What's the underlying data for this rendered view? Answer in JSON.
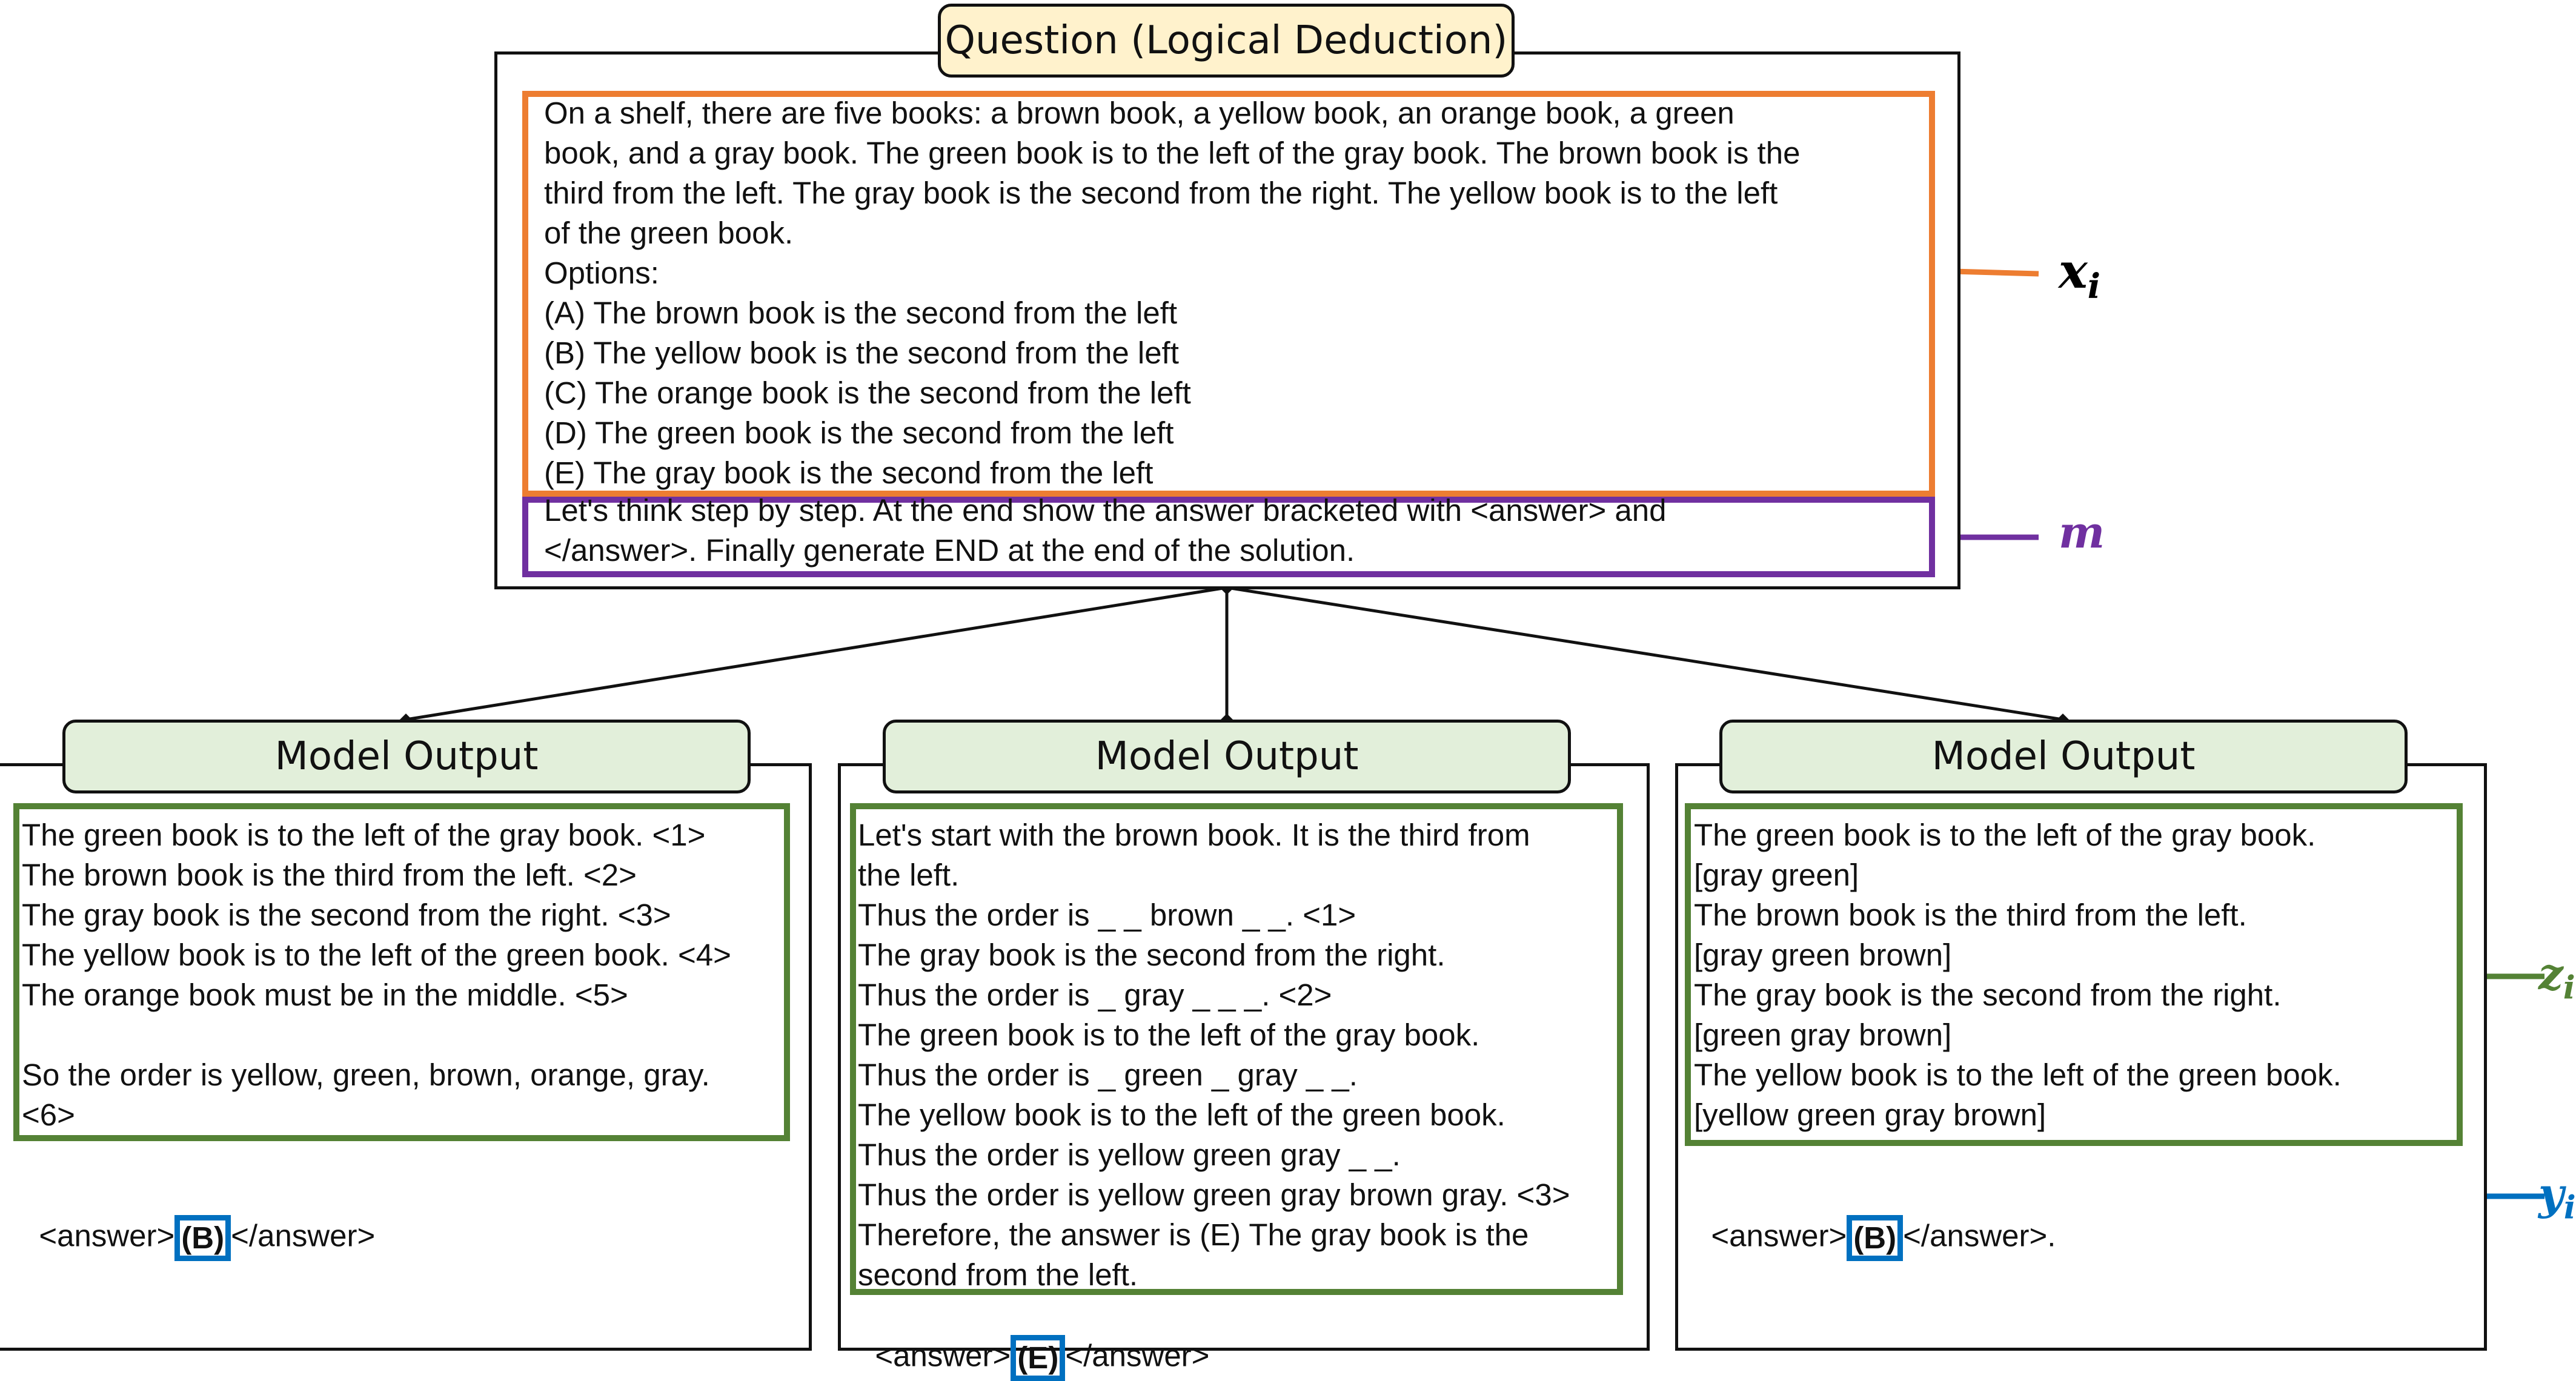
{
  "question": {
    "title": "Question (Logical Deduction)",
    "x_lines": [
      "On a shelf, there are five books: a brown book, a yellow book, an orange book, a green",
      "book, and a gray book. The green book is to the left of the gray book. The brown book is the",
      "third from the left. The gray book is the second from the right. The yellow book is to the left",
      "of the green book.",
      "Options:",
      "(A) The brown book is the second from the left",
      "(B) The yellow book is the second from the left",
      "(C) The orange book is the second from the left",
      "(D) The green book is the second from the left",
      "(E) The gray book is the second from the left"
    ],
    "m_lines": [
      "Let's think step by step. At the end show the answer bracketed with <answer> and",
      "</answer>. Finally generate END at the end of the solution."
    ]
  },
  "symbols": {
    "x": {
      "base": "x",
      "sub": "i",
      "color": "#000000"
    },
    "m": {
      "base": "m",
      "color": "#7030a0"
    },
    "z": {
      "base": "z",
      "sub": "i",
      "color": "#548235"
    },
    "y": {
      "base": "y",
      "sub": "i",
      "color": "#0070c0"
    }
  },
  "outputs": [
    {
      "title": "Model Output",
      "z_lines": [
        "The green book is to the left of the gray book. <1>",
        "The brown book is the third from the left. <2>",
        "The gray book is the second from the right. <3>",
        "The yellow book is to the left of the green book. <4>",
        "The orange book must be in the middle. <5>",
        "",
        "So the order is yellow, green, brown, orange, gray.",
        "<6>"
      ],
      "answer_prefix": "<answer>",
      "answer_value": "(B)",
      "answer_suffix": "</answer>"
    },
    {
      "title": "Model Output",
      "z_lines": [
        "Let's start with the brown book. It is the third from",
        "the left.",
        "Thus the order is _ _ brown _ _. <1>",
        "The gray book is the second from the right.",
        "Thus the order is _ gray _ _ _. <2>",
        "The green book is to the left of the gray book.",
        "Thus the order is _ green _ gray _ _.",
        "The yellow book is to the left of the green book.",
        "Thus the order is yellow green gray _ _.",
        "Thus the order is yellow green gray brown gray. <3>",
        "Therefore, the answer is (E) The gray book is the",
        "second from the left."
      ],
      "answer_prefix": "<answer>",
      "answer_value": "(E)",
      "answer_suffix": "</answer>"
    },
    {
      "title": "Model Output",
      "z_lines": [
        "The green book is to the left of the gray book.",
        "[gray green]",
        "The brown book is the third from the left.",
        "[gray green brown]",
        "The gray book is the second from the right.",
        "[green gray brown]",
        "The yellow book is to the left of the green book.",
        "[yellow green gray brown]"
      ],
      "answer_prefix": "<answer>",
      "answer_value": "(B)",
      "answer_suffix": "</answer>."
    }
  ],
  "colors": {
    "x_box": "#ed7d31",
    "m_box": "#7030a0",
    "z_box": "#548235",
    "y_box": "#0070c0",
    "question_label_fill": "#fff2cc",
    "output_label_fill": "#e2efda"
  }
}
